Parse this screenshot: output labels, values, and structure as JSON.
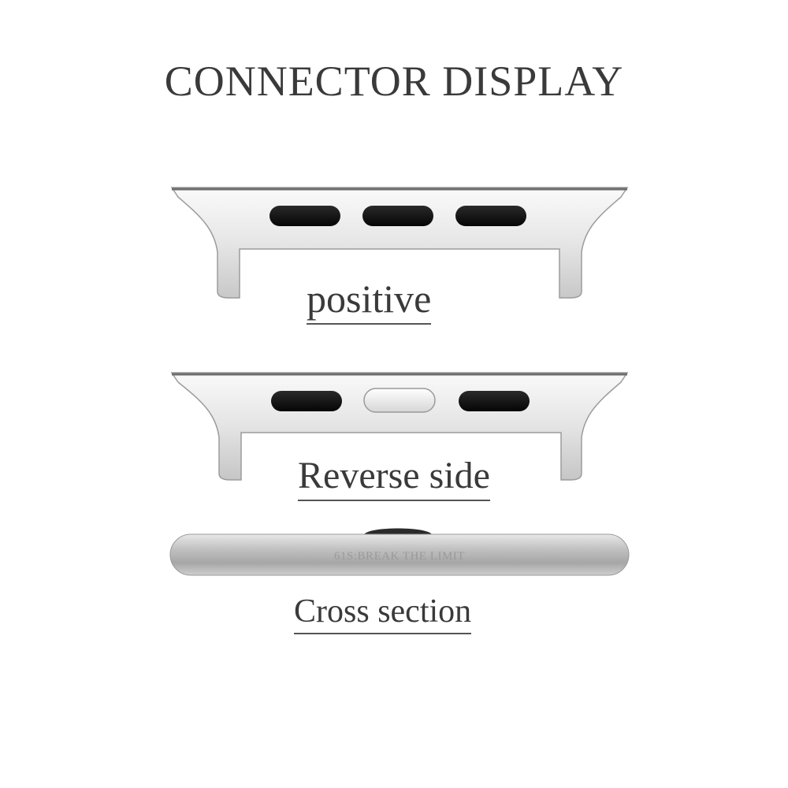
{
  "title": "CONNECTOR DISPLAY",
  "views": {
    "positive": {
      "label": "positive"
    },
    "reverse": {
      "label": "Reverse side"
    },
    "cross": {
      "label": "Cross section",
      "engraving": "61S:BREAK THE LIMIT"
    }
  },
  "colors": {
    "text": "#3a3a3a",
    "metal_light": "#f2f2f2",
    "metal_mid": "#cfcfcf",
    "metal_dark": "#9c9c9c",
    "slot": "#111111"
  }
}
